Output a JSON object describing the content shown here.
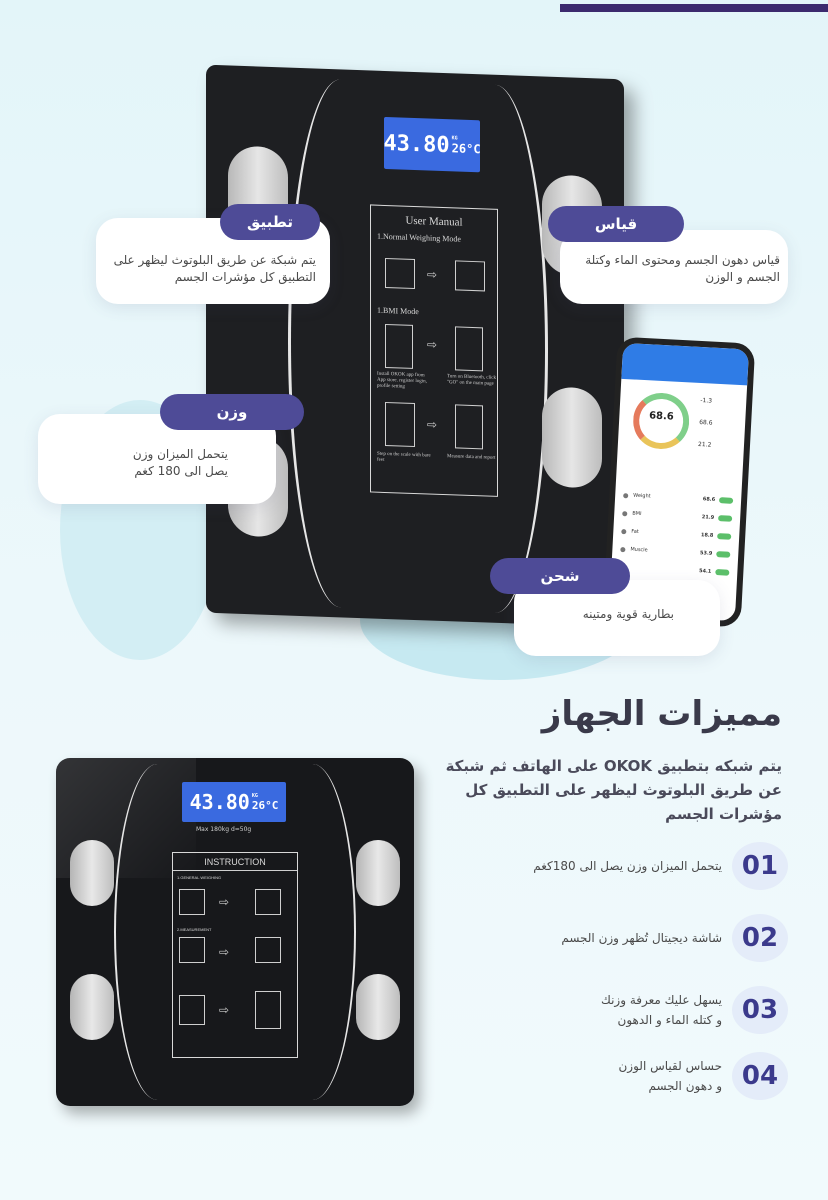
{
  "colors": {
    "accent": "#4e4b97",
    "number": "#3b3a8c",
    "lcd": "#3a6ae0",
    "scale": "#1e1f22"
  },
  "display": {
    "weight": "43.80",
    "unit": "KG",
    "temp": "26°C"
  },
  "big_manual": {
    "title": "User Manual",
    "mode1": "1.Normal Weighing Mode",
    "mode2": "1.BMI Mode",
    "step1": "Install OKOK app from App store. register login, profile setting",
    "step2": "Turn on Bluetooth, click \"GO\" on the main page",
    "step3": "Step on the scale with bare feet",
    "step4": "Measure data and report"
  },
  "callouts": {
    "app": {
      "title": "تطبيق",
      "text": "يتم شبكة عن طريق البلوتوث ليظهر على التطبيق كل مؤشرات الجسم"
    },
    "measure": {
      "title": "قياس",
      "text": "قياس دهون الجسم ومحتوى الماء وكتلة الجسم و الوزن"
    },
    "weight": {
      "title": "وزن",
      "text": "يتحمل الميزان وزن يصل الى 180 كغم"
    },
    "charge": {
      "title": "شحن",
      "text": "بطارية قوية ومتينه"
    }
  },
  "phone": {
    "gauge": "68.6",
    "stats": [
      "-1.3",
      "68.6",
      "21.2"
    ],
    "rows": [
      {
        "label": "Weight",
        "value": "68.6"
      },
      {
        "label": "BMI",
        "value": "21.9"
      },
      {
        "label": "Fat",
        "value": "18.8"
      },
      {
        "label": "Muscle",
        "value": "53.9"
      },
      {
        "label": "",
        "value": "54.1"
      }
    ]
  },
  "heading": "مميزات الجهاز",
  "description": "يتم شبكه بتطبيق  OKOK على  الهاتف ثم شبكة عن طريق البلوتوث ليظهر على التطبيق كل مؤشرات الجسم",
  "small_scale": {
    "max": "Max 180kg  d=50g",
    "instruction": "INSTRUCTION",
    "label1": "1.GENERAL WEIGHING",
    "label2": "2.MEASUREMENT"
  },
  "features": [
    {
      "num": "01",
      "text": "يتحمل الميزان وزن يصل الى 180كغم"
    },
    {
      "num": "02",
      "text": "شاشة ديجيتال تُظهر وزن الجسم"
    },
    {
      "num": "03",
      "text": "يسهل عليك معرفة وزنك\nو كتله الماء و الدهون"
    },
    {
      "num": "04",
      "text": "حساس لقياس الوزن\nو دهون الجسم"
    }
  ]
}
